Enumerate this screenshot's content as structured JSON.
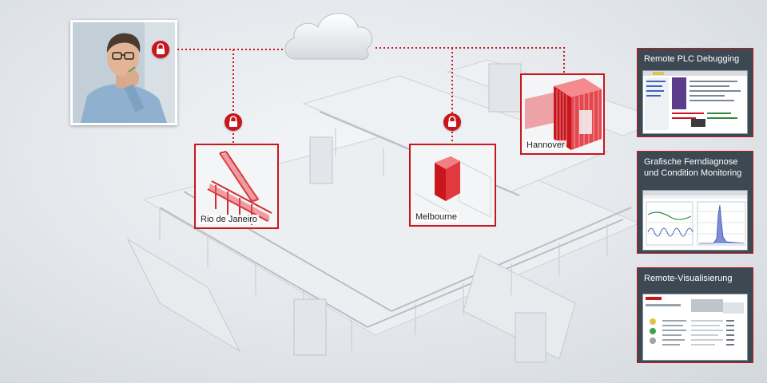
{
  "locations": [
    {
      "name": "Rio de Janeiro"
    },
    {
      "name": "Melbourne"
    },
    {
      "name": "Hannover"
    }
  ],
  "panels": [
    {
      "title": "Remote PLC Debugging"
    },
    {
      "title": "Grafische Ferndiagnose und Condition Monitoring"
    },
    {
      "title": "Remote-Visualisierung"
    }
  ],
  "icons": {
    "lock": "lock-icon",
    "cloud": "cloud-icon"
  },
  "colors": {
    "accent": "#c8161d",
    "panel": "#3c4953"
  }
}
